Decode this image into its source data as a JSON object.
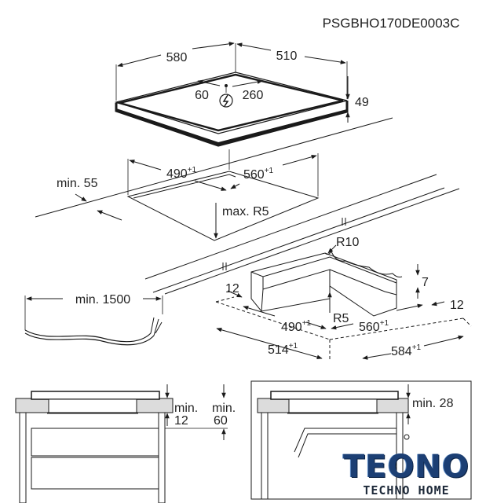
{
  "doc_code": "PSGBHO170DE0003C",
  "hob": {
    "width": "580",
    "depth": "510",
    "cable_offset_left": "60",
    "cable_offset_right": "260",
    "height": "49"
  },
  "cutout": {
    "min_front": "min. 55",
    "width": "490",
    "depth": "560",
    "tolerance": "+1",
    "radius": "max. R5"
  },
  "frame": {
    "radius_outer": "R10",
    "radius_inner": "R5",
    "lip_height": "7",
    "margin_left": "12",
    "margin_right": "12",
    "inner_width": "490",
    "inner_depth": "560",
    "outer_width": "514",
    "outer_depth": "584",
    "tolerance": "+1"
  },
  "cable": {
    "min_length": "min. 1500"
  },
  "section_left": {
    "min_a": "min.",
    "val_a": "12",
    "min_b": "min.",
    "val_b": "60"
  },
  "section_right": {
    "min_label": "min. 28"
  },
  "logo": {
    "brand": "TEONO",
    "tagline": "TECHNO HOME"
  }
}
